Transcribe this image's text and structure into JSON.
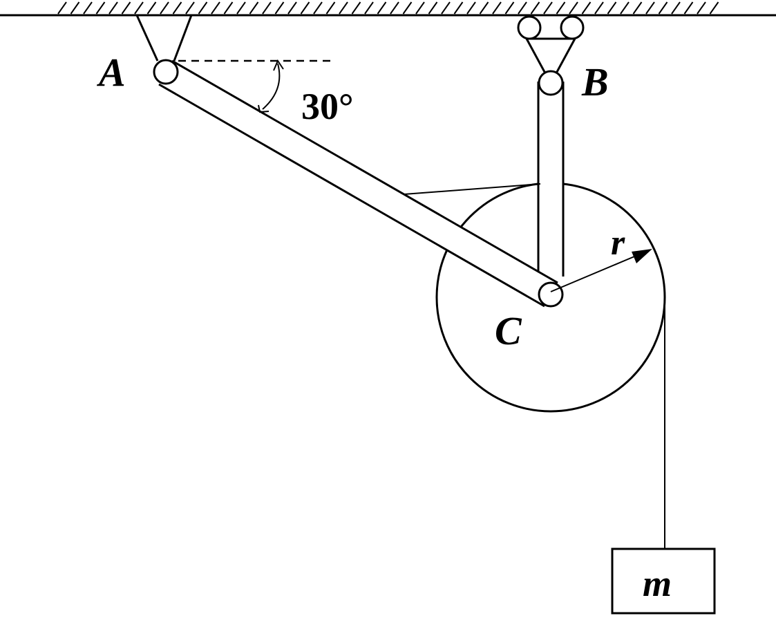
{
  "diagram": {
    "labels": {
      "point_a": "A",
      "point_b": "B",
      "point_c": "C",
      "radius": "r",
      "mass": "m",
      "angle": "30°"
    }
  }
}
